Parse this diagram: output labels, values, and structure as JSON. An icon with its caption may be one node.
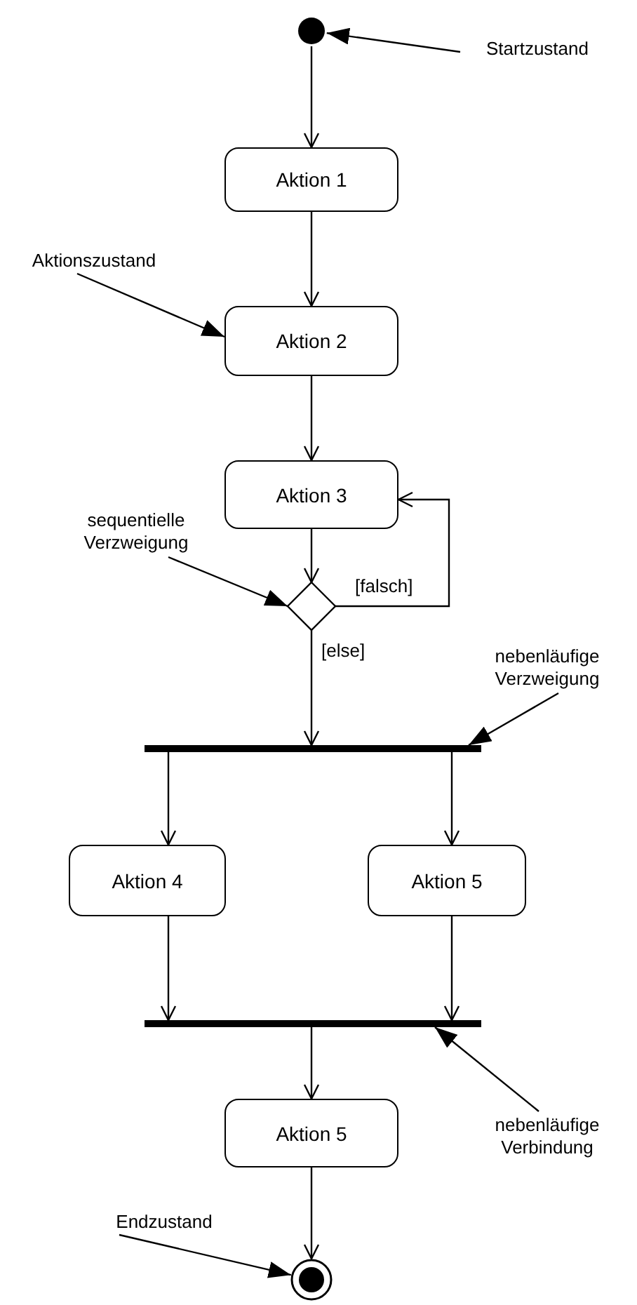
{
  "diagram": {
    "nodes": [
      {
        "text": [],
        "shape": "circle"
      },
      {
        "text": [
          "Aktion 1"
        ]
      },
      {
        "text": [
          "Aktion 2"
        ]
      },
      {
        "text": [
          "Aktion 3"
        ]
      },
      {
        "text": [],
        "shape": "diamond"
      },
      {
        "text": [],
        "shape": "bar"
      },
      {
        "text": [
          "Aktion 4"
        ]
      },
      {
        "text": [
          "Aktion 5"
        ]
      },
      {
        "text": [],
        "shape": "bar"
      },
      {
        "text": [
          "Aktion 5"
        ]
      },
      {
        "text": [],
        "shape": "circle"
      },
      {
        "text": [
          "Startzustand"
        ]
      },
      {
        "text": [
          "Aktionszustand"
        ]
      },
      {
        "text": [
          "sequentielle Verzweigung"
        ]
      },
      {
        "text": [
          "nebenläufige Verzweigung"
        ]
      },
      {
        "text": [
          "nebenläufige Verbindung"
        ]
      },
      {
        "text": [
          "Endzustand"
        ]
      }
    ],
    "edges": [
      {
        "from": 0,
        "to": 1,
        "arrow": "to"
      },
      {
        "from": 1,
        "to": 2,
        "arrow": "to"
      },
      {
        "from": 2,
        "to": 3,
        "arrow": "to"
      },
      {
        "from": 3,
        "to": 4,
        "arrow": "to"
      },
      {
        "from": 4,
        "to": 3,
        "arrow": "to",
        "label": "[falsch]"
      },
      {
        "from": 4,
        "to": 5,
        "arrow": "to",
        "label": "[else]"
      },
      {
        "from": 5,
        "to": 6,
        "arrow": "to"
      },
      {
        "from": 5,
        "to": 7,
        "arrow": "to"
      },
      {
        "from": 6,
        "to": 8,
        "arrow": "to"
      },
      {
        "from": 7,
        "to": 8,
        "arrow": "to"
      },
      {
        "from": 8,
        "to": 9,
        "arrow": "to"
      },
      {
        "from": 9,
        "to": 10,
        "arrow": "to"
      },
      {
        "from": 11,
        "to": 0,
        "arrow": "to"
      },
      {
        "from": 12,
        "to": 2,
        "arrow": "to"
      },
      {
        "from": 13,
        "to": 4,
        "arrow": "to"
      },
      {
        "from": 14,
        "to": 5,
        "arrow": "to"
      },
      {
        "from": 15,
        "to": 8,
        "arrow": "to"
      },
      {
        "from": 16,
        "to": 10,
        "arrow": "to"
      }
    ]
  }
}
